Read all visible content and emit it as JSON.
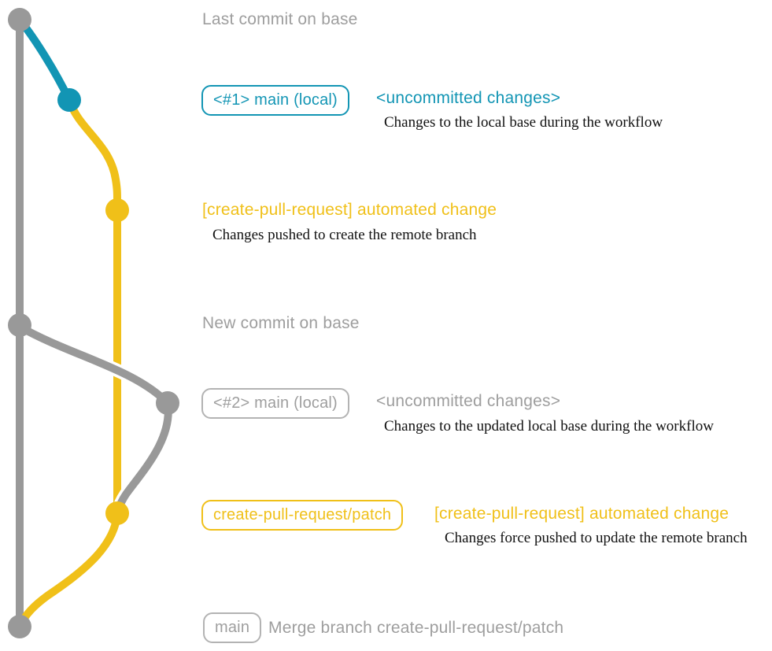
{
  "colors": {
    "graph_gray": "#999999",
    "text_gray": "#9e9e9e",
    "gray_badge_border": "#b3b3b3",
    "teal": "#1295b4",
    "yellow": "#f0c019",
    "description_text": "#111111",
    "background": "#ffffff"
  },
  "graph": {
    "branches": [
      {
        "name": "base",
        "color_key": "graph_gray"
      },
      {
        "name": "local-main",
        "color_key": "teal"
      },
      {
        "name": "create-pull-request-patch",
        "color_key": "yellow"
      }
    ],
    "commits": [
      {
        "name": "last-commit-on-base",
        "branch": "base"
      },
      {
        "name": "uncommitted-changes-1",
        "branch": "local-main"
      },
      {
        "name": "automated-change-1",
        "branch": "create-pull-request-patch"
      },
      {
        "name": "new-commit-on-base",
        "branch": "base"
      },
      {
        "name": "uncommitted-changes-2",
        "branch": "local-main"
      },
      {
        "name": "automated-change-2",
        "branch": "create-pull-request-patch"
      },
      {
        "name": "merge-commit",
        "branch": "base"
      }
    ]
  },
  "rows": {
    "last_commit": {
      "label": "Last commit on base"
    },
    "row1": {
      "badge": "<#1> main (local)",
      "heading": "<uncommitted changes>",
      "desc": "Changes to the local base during the workflow"
    },
    "row2": {
      "heading": "[create-pull-request] automated change",
      "desc": "Changes pushed to create the remote branch"
    },
    "new_commit": {
      "label": "New commit on base"
    },
    "row3": {
      "badge": "<#2> main (local)",
      "heading": "<uncommitted changes>",
      "desc": "Changes to the updated local base during the workflow"
    },
    "row4": {
      "badge": "create-pull-request/patch",
      "heading": "[create-pull-request] automated change",
      "desc": "Changes force pushed to update the remote branch"
    },
    "merge": {
      "badge": "main",
      "label": "Merge branch create-pull-request/patch"
    }
  }
}
